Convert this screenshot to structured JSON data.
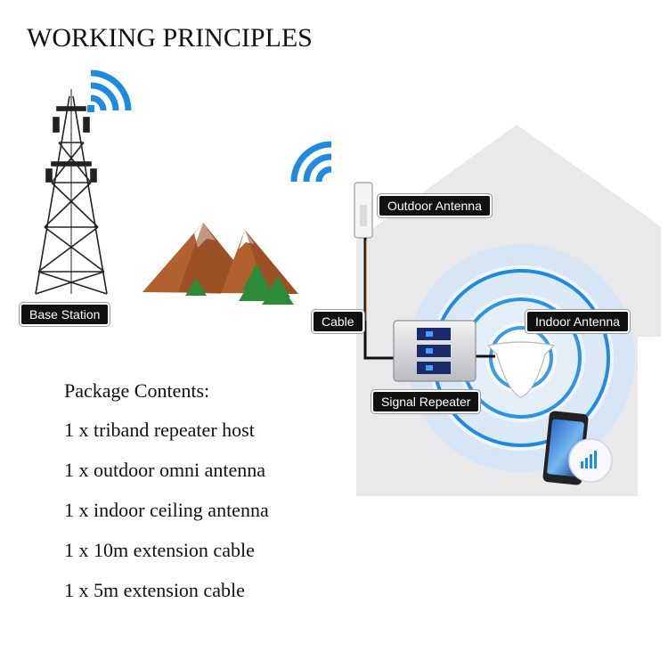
{
  "title": "WORKING PRINCIPLES",
  "labels": {
    "base_station": "Base Station",
    "outdoor_antenna": "Outdoor Antenna",
    "cable": "Cable",
    "indoor_antenna": "Indoor Antenna",
    "signal_repeater": "Signal Repeater"
  },
  "package": {
    "heading": "Package Contents:",
    "items": [
      "1 x triband repeater host",
      "1 x outdoor omni antenna",
      "1 x indoor ceiling antenna",
      "1 x 10m extension cable",
      "1 x 5m extension cable"
    ]
  },
  "colors": {
    "wifi_blue": "#1f8be0",
    "house_gray": "#e8e8ea",
    "mountain_brown": "#a8582a",
    "tree_green": "#2e8b3a",
    "cable_black": "#111111"
  },
  "icons": [
    "signal-tower-icon",
    "wifi-icon",
    "mountain-icon",
    "tree-icon",
    "antenna-icon",
    "repeater-icon",
    "ceiling-antenna-icon",
    "smartphone-icon"
  ]
}
